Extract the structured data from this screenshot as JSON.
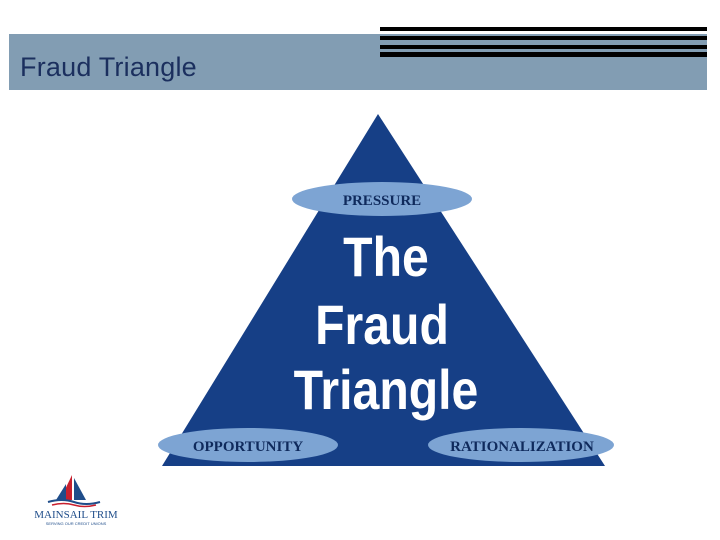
{
  "slide": {
    "title": "Fraud Triangle"
  },
  "diagram": {
    "pressure_label": "PRESSURE",
    "opportunity_label": "OPPORTUNITY",
    "rationalization_label": "RATIONALIZATION",
    "center_line1": "The",
    "center_line2": "Fraud",
    "center_line3": "Triangle"
  },
  "logo": {
    "name": "MAINSAIL TRIM",
    "tagline": "SERVING OUR CREDIT UNIONS"
  },
  "colors": {
    "header_band": "#829db3",
    "title_text": "#1b2f5e",
    "triangle_fill": "#163f86",
    "oval_fill": "#7da4d3",
    "oval_text": "#0f2a5c",
    "logo_red": "#c8202e",
    "logo_blue": "#1f4d8a"
  }
}
